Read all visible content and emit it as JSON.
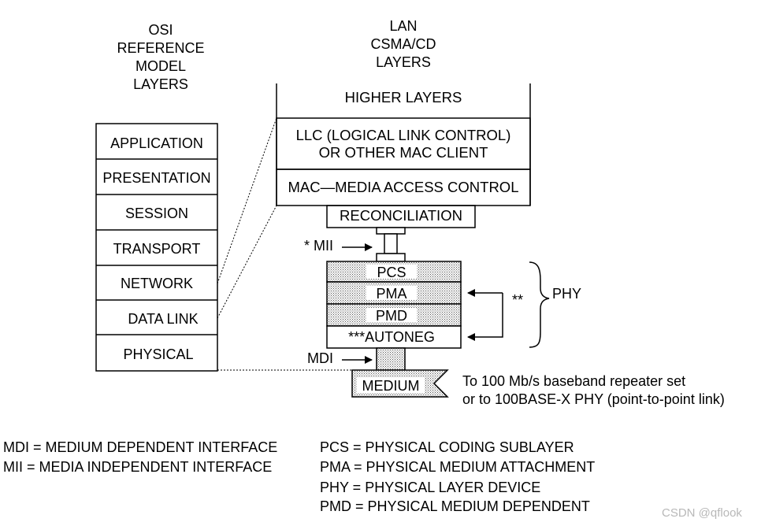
{
  "osi": {
    "heading": [
      "OSI",
      "REFERENCE",
      "MODEL",
      "LAYERS"
    ],
    "layers": [
      "APPLICATION",
      "PRESENTATION",
      "SESSION",
      "TRANSPORT",
      "NETWORK",
      "DATA LINK",
      "PHYSICAL"
    ]
  },
  "lan": {
    "heading": [
      "LAN",
      "CSMA/CD",
      "LAYERS"
    ],
    "higher": "HIGHER LAYERS",
    "llc": [
      "LLC (LOGICAL LINK CONTROL)",
      "OR OTHER MAC CLIENT"
    ],
    "mac": "MAC—MEDIA ACCESS CONTROL",
    "reconciliation": "RECONCILIATION",
    "mii": "* MII",
    "pcs": "PCS",
    "pma": "PMA",
    "pmd": "PMD",
    "autoneg": "***AUTONEG",
    "star2": "**",
    "phy": "PHY",
    "mdi": "MDI",
    "medium": "MEDIUM",
    "repeater": [
      "To 100 Mb/s baseband repeater set",
      "or to 100BASE-X PHY (point-to-point link)"
    ]
  },
  "legend": {
    "left": [
      "MDI = MEDIUM DEPENDENT INTERFACE",
      "MII = MEDIA INDEPENDENT INTERFACE"
    ],
    "right": [
      "PCS = PHYSICAL CODING SUBLAYER",
      "PMA = PHYSICAL MEDIUM ATTACHMENT",
      "PHY = PHYSICAL LAYER DEVICE",
      "PMD = PHYSICAL MEDIUM DEPENDENT"
    ]
  },
  "watermark": "CSDN @qflook"
}
